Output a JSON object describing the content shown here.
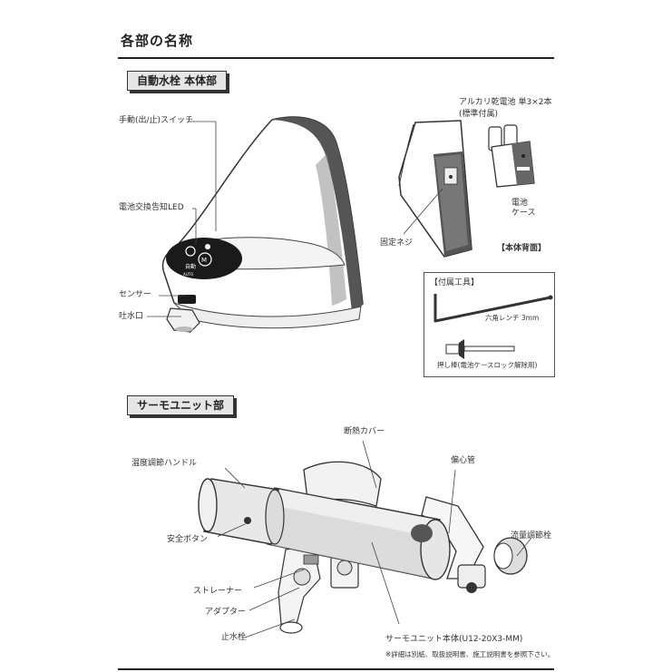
{
  "page": {
    "title": "各部の名称"
  },
  "faucet_section": {
    "heading": "自動水栓 本体部",
    "labels": {
      "manual_switch": "手動(出/止)スイッチ",
      "battery_led": "電池交換告知LED",
      "sensor": "センサー",
      "spout": "吐水口",
      "battery_line1": "アルカリ乾電池 単3×2本",
      "battery_line2": "(標準付属)",
      "battery_case_line1": "電池",
      "battery_case_line2": "ケース",
      "fixing_screw": "固定ネジ",
      "rear_view": "【本体背面】"
    },
    "faucet_panel": {
      "mode_auto": "自動",
      "mode_text": "AUTO"
    },
    "accessories": {
      "heading": "【付属工具】",
      "hex_wrench": "六角レンチ 3mm",
      "push_rod": "押し棒(電池ケースロック解除用)"
    }
  },
  "thermo_section": {
    "heading": "サーモユニット部",
    "labels": {
      "insulation_cover": "断熱カバー",
      "temp_handle": "温度調節ハンドル",
      "eccentric_pipe": "偏心管",
      "safety_button": "安全ボタン",
      "flow_valve": "流量調節栓",
      "strainer": "ストレーナー",
      "adapter": "アダプター",
      "stop_valve": "止水栓",
      "unit_body": "サーモユニット本体(U12-20X3-MM)",
      "note": "※詳細は別紙、取扱説明書、施工説明書を参照下さい。"
    }
  }
}
